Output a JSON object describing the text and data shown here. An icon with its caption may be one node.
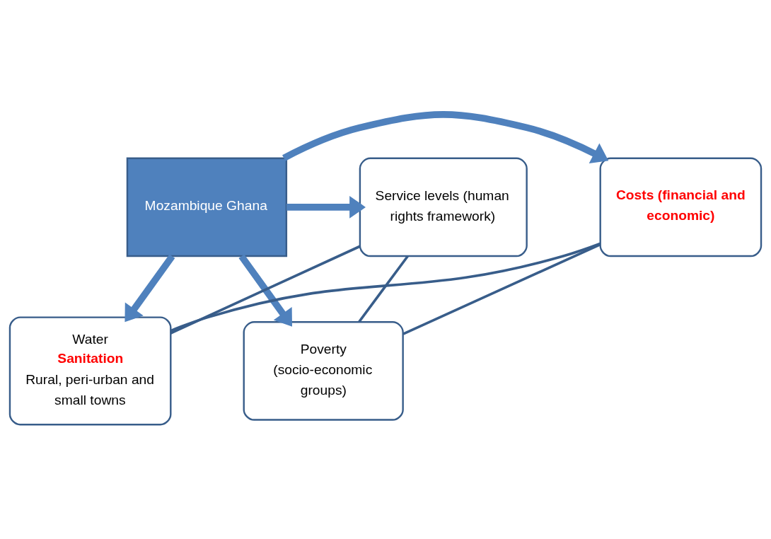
{
  "diagram": {
    "nodes": [
      {
        "text": [
          "Mozambique Ghana"
        ]
      },
      {
        "text": [
          "Water",
          "Sanitation",
          "Rural, peri-urban and small towns"
        ]
      },
      {
        "text": [
          "Costs (financial and economic)"
        ]
      },
      {
        "text": [
          "Service levels (human rights framework)"
        ]
      },
      {
        "text": [
          "Poverty (socio-economic groups)"
        ]
      }
    ],
    "edges": [
      {
        "from": 0,
        "to": 1,
        "arrow": "to",
        "style": "thick",
        "color": "#4f81bd"
      },
      {
        "from": 0,
        "to": 2,
        "arrow": "to",
        "style": "thick",
        "color": "#4f81bd"
      },
      {
        "from": 0,
        "to": 3,
        "arrow": "to",
        "style": "thick",
        "color": "#4f81bd"
      },
      {
        "from": 0,
        "to": 4,
        "arrow": "to",
        "style": "thick",
        "color": "#4f81bd"
      },
      {
        "from": 1,
        "to": 3,
        "arrow": "none",
        "color": "#385d8a"
      },
      {
        "from": 3,
        "to": 4,
        "arrow": "none",
        "color": "#385d8a"
      },
      {
        "from": 4,
        "to": 2,
        "arrow": "none",
        "color": "#385d8a"
      },
      {
        "from": 2,
        "to": 1,
        "arrow": "none",
        "color": "#385d8a"
      }
    ]
  }
}
